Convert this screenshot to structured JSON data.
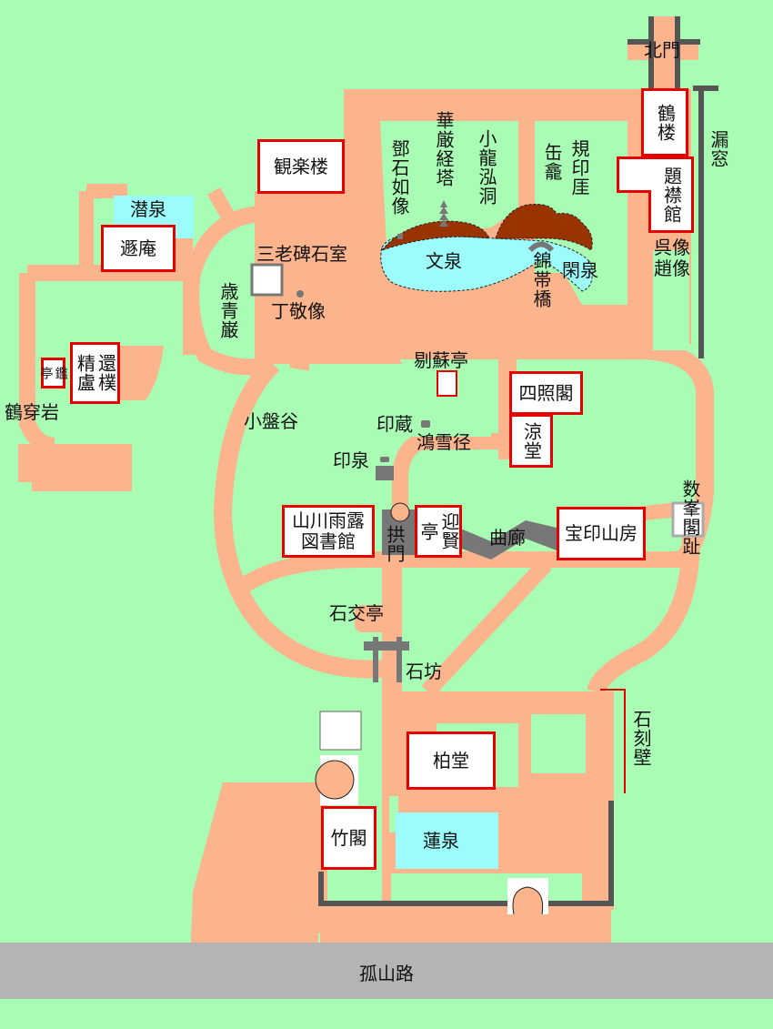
{
  "map": {
    "colors": {
      "grass": "#a8fcb4",
      "path": "#fcb48c",
      "water": "#9cfcfc",
      "rock": "#993300",
      "wall": "#555555",
      "road": "#b4b4b4",
      "building_border": "#e80000"
    },
    "road": {
      "label": "孤山路"
    },
    "buildings": {
      "guanle": "観楽楼",
      "dunan": "遯庵",
      "huanpu": "還樸精盧",
      "jianting": "鑑亭",
      "helou": "鶴楼",
      "tijin": "題襟館",
      "sizhao": "四照閣",
      "liangtang": "涼堂",
      "shanchuan": "山川雨露図書館",
      "shanchuan_line1": "山川雨露",
      "shanchuan_line2": "図書館",
      "yingxian": "迎賢亭",
      "baoyin": "宝印山房",
      "baitang": "柏堂",
      "zhuge": "竹閣"
    },
    "water": {
      "qianquan": "潜泉",
      "wenquan": "文泉",
      "xianquan": "閑泉",
      "lianquan": "蓮泉"
    },
    "labels": {
      "beimen": "北門",
      "louchuang": "漏窓",
      "wuxiang_zhaoxiang": "呉像趙像",
      "wuxiang": "呉像",
      "zhaoxiang": "趙像",
      "dengshi": "鄧石如像",
      "huayan": "華厳経塔",
      "xiaolong": "小龍泓洞",
      "fouwan": "缶龕",
      "guiyin": "規印厓",
      "jindai": "錦帯橋",
      "sanlao": "三老碑石室",
      "suiqing": "歳青巌",
      "dingjing": "丁敬像",
      "pisu": "剔蘇亭",
      "yincang": "印蔵",
      "hongxue": "鴻雪径",
      "yinquan": "印泉",
      "xiaopan": "小盤谷",
      "hechuan": "鶴穿岩",
      "gongmen": "拱門",
      "qulang": "曲廊",
      "shufeng": "数峯閣趾",
      "shijiao": "石交亭",
      "shifang": "石坊",
      "shike": "石刻壁"
    }
  }
}
